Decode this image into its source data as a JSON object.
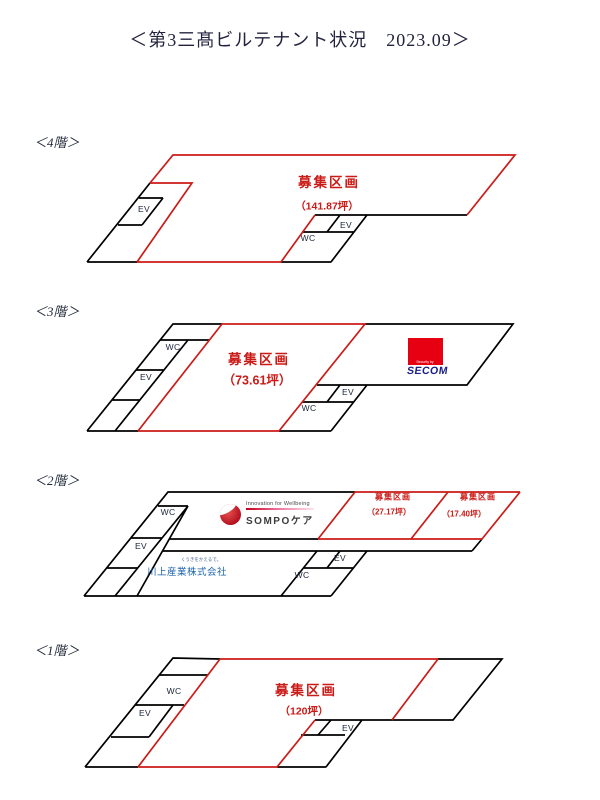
{
  "title": "＜第3三髙ビルテナント状況　2023.09＞",
  "colors": {
    "line_black": "#000000",
    "line_red": "#cb1b17",
    "vacancy_text_red": "#cb1b17",
    "room_text": "#1a2538",
    "secom_red": "#e60012",
    "secom_blue": "#1d2088",
    "sompo_red": "#b00d1c",
    "kawakami_blue": "#1c64ac"
  },
  "floors": {
    "f4": {
      "label": "＜4階＞",
      "vacancy_name": "募集区画",
      "vacancy_area": "（141.87坪）",
      "left_ev": "EV",
      "core_ev": "EV",
      "core_wc": "WC"
    },
    "f3": {
      "label": "＜3階＞",
      "vacancy_name": "募集区画",
      "vacancy_area": "（73.61坪）",
      "left_wc": "WC",
      "left_ev": "EV",
      "core_ev": "EV",
      "core_wc": "WC",
      "secom": {
        "brand": "SECOM",
        "sub": "Security by"
      }
    },
    "f2": {
      "label": "＜2階＞",
      "vac1_name": "募集区画",
      "vac1_area": "（27.17坪）",
      "vac2_name": "募集区画",
      "vac2_area": "（17.40坪）",
      "left_wc": "WC",
      "left_ev": "EV",
      "core_ev": "EV",
      "core_wc": "WC",
      "sompo": {
        "tagline": "Innovation for Wellbeing",
        "brand": "SOMPOケア"
      },
      "kawakami": {
        "tagline": "くうきをかえるで。",
        "brand": "川上産業株式会社"
      }
    },
    "f1": {
      "label": "＜1階＞",
      "vacancy_name": "募集区画",
      "vacancy_area": "（120坪）",
      "left_wc": "WC",
      "left_ev": "EV",
      "core_ev": "EV"
    }
  }
}
